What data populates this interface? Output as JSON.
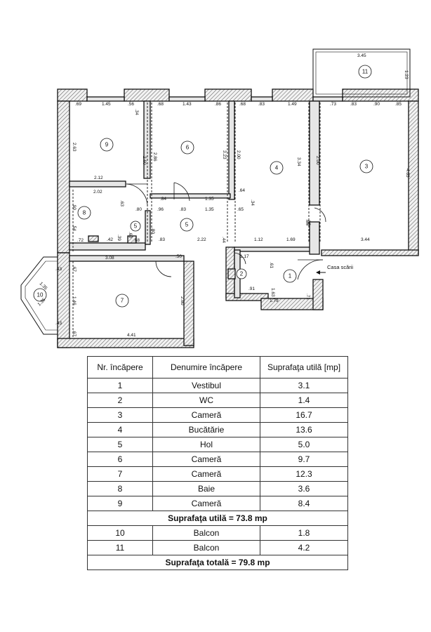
{
  "plan": {
    "rooms": [
      {
        "id": "room-1",
        "num": "1"
      },
      {
        "id": "room-2",
        "num": "2"
      },
      {
        "id": "room-3",
        "num": "3"
      },
      {
        "id": "room-4",
        "num": "4"
      },
      {
        "id": "room-5a",
        "num": "5"
      },
      {
        "id": "room-5b",
        "num": "5"
      },
      {
        "id": "room-6",
        "num": "6"
      },
      {
        "id": "room-7",
        "num": "7"
      },
      {
        "id": "room-8",
        "num": "8"
      },
      {
        "id": "room-9",
        "num": "9"
      },
      {
        "id": "room-10",
        "num": "10"
      },
      {
        "id": "room-11",
        "num": "11"
      }
    ],
    "stair_label": "Casa scării",
    "dimensions": [
      "3.45",
      "1.23",
      ".69",
      "1.45",
      ".56",
      ".34",
      ".68",
      "1.43",
      ".86",
      ".68",
      ".83",
      "1.49",
      ".73",
      ".83",
      ".90",
      ".85",
      "2.63",
      "2.60",
      "2.86",
      "3.23",
      "2.00",
      "3.34",
      "2.00",
      "4.63",
      "2.12",
      "2.02",
      ".84",
      "1.35",
      ".64",
      ".34",
      ".90",
      ".80",
      ".96",
      ".83",
      "1.35",
      ".65",
      ".63",
      ".86",
      ".54",
      ".72",
      ".88",
      ".42",
      ".68",
      ".63",
      ".39",
      ".80",
      ".83",
      "2.22",
      ".44",
      "1.12",
      "1.69",
      "3.44",
      "3.08",
      ".50",
      ".67",
      "1.17",
      ".61",
      "1.46",
      "2.80",
      ".91",
      "1.63",
      "1.79",
      ".71",
      ".43",
      "1.35",
      "1.35",
      "4.41",
      ".67",
      ".43"
    ]
  },
  "legend": {
    "headers": {
      "nr": "Nr. încăpere",
      "name": "Denumire încăpere",
      "area": "Suprafaţa utilă [mp]"
    },
    "rows": [
      {
        "nr": "1",
        "name": "Vestibul",
        "area": "3.1"
      },
      {
        "nr": "2",
        "name": "WC",
        "area": "1.4"
      },
      {
        "nr": "3",
        "name": "Cameră",
        "area": "16.7"
      },
      {
        "nr": "4",
        "name": "Bucătărie",
        "area": "13.6"
      },
      {
        "nr": "5",
        "name": "Hol",
        "area": "5.0"
      },
      {
        "nr": "6",
        "name": "Cameră",
        "area": "9.7"
      },
      {
        "nr": "7",
        "name": "Cameră",
        "area": "12.3"
      },
      {
        "nr": "8",
        "name": "Baie",
        "area": "3.6"
      },
      {
        "nr": "9",
        "name": "Cameră",
        "area": "8.4"
      }
    ],
    "subtotal": "Suprafaţa utilă = 73.8 mp",
    "balcony_rows": [
      {
        "nr": "10",
        "name": "Balcon",
        "area": "1.8"
      },
      {
        "nr": "11",
        "name": "Balcon",
        "area": "4.2"
      }
    ],
    "total": "Suprafaţa totală = 79.8 mp"
  }
}
